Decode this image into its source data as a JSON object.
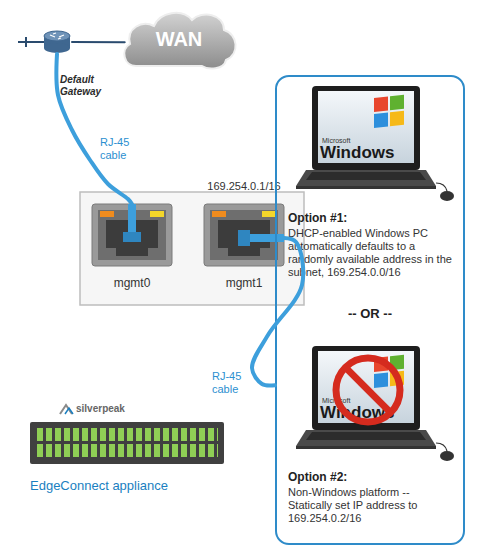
{
  "diagram": {
    "nodes": [
      {
        "text": [
          "Default Gateway"
        ]
      },
      {
        "text": [
          "WAN"
        ]
      },
      {
        "text": [
          "mgmt0"
        ]
      },
      {
        "text": [
          "169.254.0.1/16",
          "mgmt1"
        ]
      },
      {
        "text": [
          "-- OR --"
        ]
      },
      {
        "text": [
          "Microsoft",
          "Windows",
          "Option #1:",
          "DHCP-enabled Windows PC automatically defaults to a randomly available address in the subnet, 169.254.0.0/16"
        ],
        "in": 4
      },
      {
        "text": [
          "Microsoft",
          "Windows",
          "Option #2:",
          "Non-Windows platform -- Statically set IP address to 169.254.0.2/16"
        ],
        "in": 4
      },
      {
        "text": [
          "silverpeak",
          "EdgeConnect appliance"
        ]
      }
    ],
    "edges": [
      {
        "from": 0,
        "to": 1,
        "arrow": "none"
      },
      {
        "from": 0,
        "to": 2,
        "label": "RJ-45 cable",
        "arrow": "none"
      },
      {
        "from": 3,
        "to": 4,
        "label": "RJ-45 cable",
        "arrow": "none"
      }
    ]
  }
}
